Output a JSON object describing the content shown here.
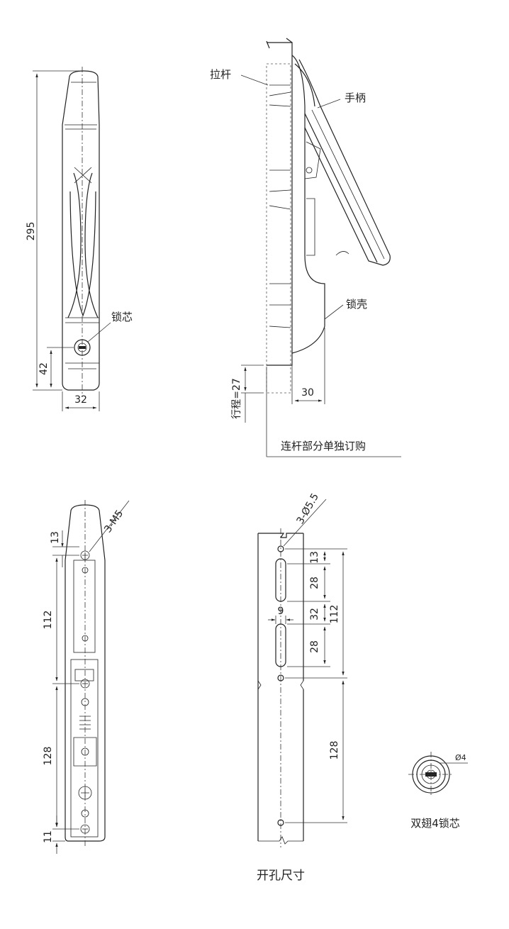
{
  "dims": {
    "height_295": "295",
    "height_42": "42",
    "width_32": "32",
    "stroke_label": "行程=27",
    "depth_30": "30",
    "screw_label": "3-M5",
    "d13": "13",
    "d112": "112",
    "d128": "128",
    "d11": "11",
    "hole_label": "3-Ø5.5",
    "h13": "13",
    "h28a": "28",
    "h32": "32",
    "h28b": "28",
    "h112": "112",
    "h9": "9",
    "h128": "128",
    "phi4": "Ø4"
  },
  "labels": {
    "lock_core": "锁芯",
    "pull_rod": "拉杆",
    "handle": "手柄",
    "lock_shell": "锁壳",
    "linkage_note": "连杆部分单独订购",
    "cutout_title": "开孔尺寸",
    "core_type": "双翅4锁芯"
  }
}
